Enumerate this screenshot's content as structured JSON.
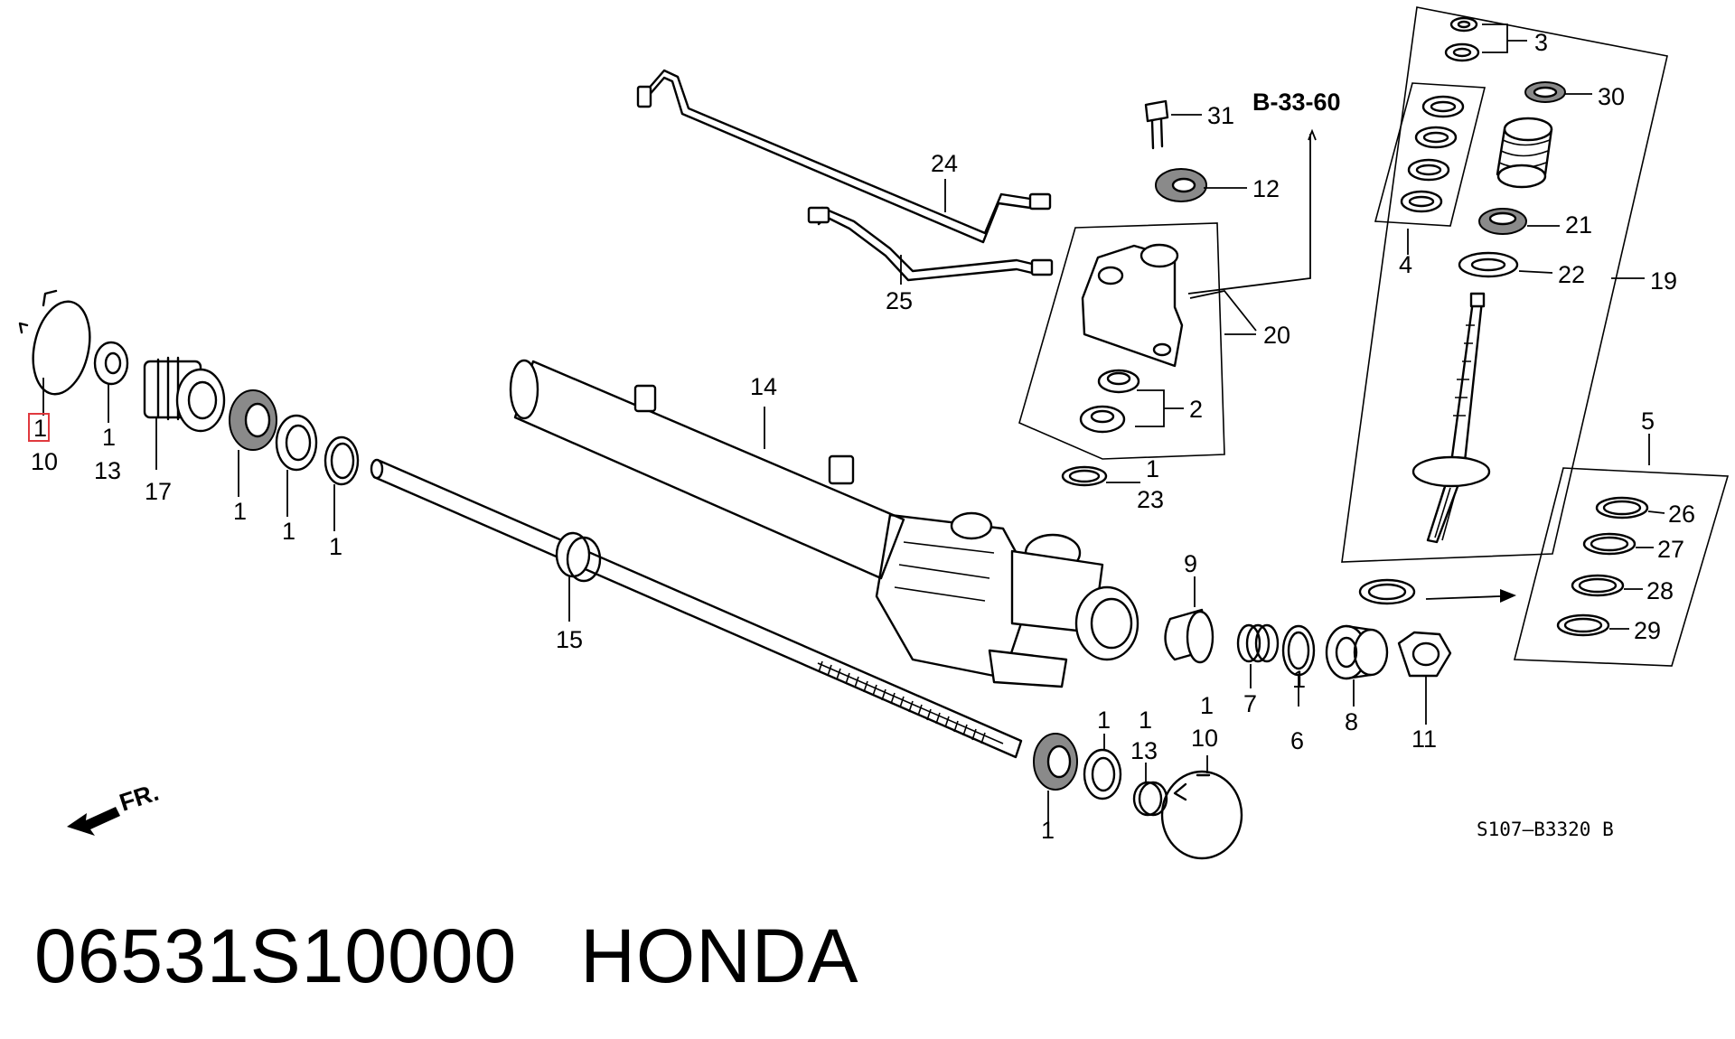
{
  "diagram": {
    "ref_code": "B-33-60",
    "drawing_code": "S107–B3320 B",
    "front_arrow_label": "FR.",
    "highlight_color": "#e0393e",
    "callouts": {
      "c1a": "1",
      "c10a": "10",
      "c1b": "1",
      "c13a": "13",
      "c17": "17",
      "c1c": "1",
      "c1d": "1",
      "c1e": "1",
      "c15": "15",
      "c14": "14",
      "c24": "24",
      "c25": "25",
      "c31": "31",
      "c12": "12",
      "c20": "20",
      "c2": "2",
      "c1f": "1",
      "c23": "23",
      "c3": "3",
      "c4": "4",
      "c30": "30",
      "c21": "21",
      "c22": "22",
      "c19": "19",
      "c5": "5",
      "c26": "26",
      "c27": "27",
      "c28": "28",
      "c29": "29",
      "c9": "9",
      "c7": "7",
      "c1g": "1",
      "c6": "6",
      "c8": "8",
      "c11": "11",
      "c1h": "1",
      "c1i": "1",
      "c1j": "1",
      "c13b": "13",
      "c1k": "1",
      "c10b": "10"
    }
  },
  "caption": {
    "part_number": "06531S10000",
    "brand": "HONDA"
  }
}
